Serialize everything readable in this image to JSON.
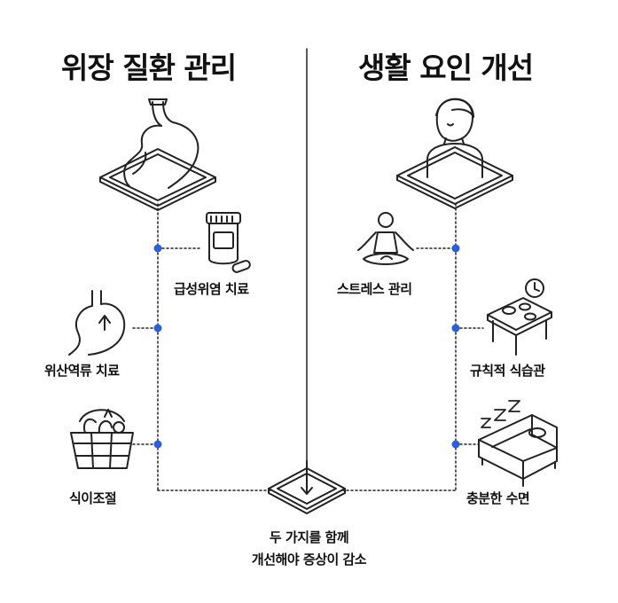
{
  "left": {
    "title": "위장 질환 관리",
    "items": [
      "급성위염 치료",
      "위산역류 치료",
      "식이조절"
    ]
  },
  "right": {
    "title": "생활 요인 개선",
    "items": [
      "스트레스 관리",
      "규칙적 식습관",
      "충분한 수면"
    ]
  },
  "footer": {
    "line1": "두 가지를 함께",
    "line2": "개선해야 증상이 감소"
  },
  "icons": [
    "stomach-icon",
    "pill-bottle-icon",
    "stomach-reflux-icon",
    "food-basket-icon",
    "person-icon",
    "meditation-icon",
    "clock-table-icon",
    "sleeping-bed-icon",
    "down-arrow-icon"
  ],
  "colors": {
    "dot": "#2b5fd9",
    "line": "#222222"
  }
}
